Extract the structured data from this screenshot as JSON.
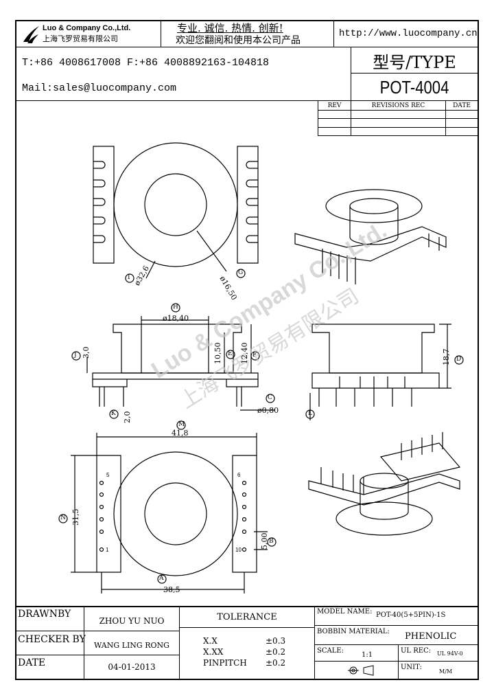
{
  "header": {
    "company_en": "Luo & Company Co.,Ltd.",
    "company_cn": "上海飞罗贸易有限公司",
    "slogan_1": "专业. 诚信. 热情. 创新!",
    "slogan_2": "欢迎您翻阅和使用本公司产品",
    "website": "http://www.luocompany.cn",
    "phone_line": "T:+86 4008617008 F:+86 4008892163-104818",
    "mail_line": "Mail:sales@luocompany.com",
    "type_label": "型号/TYPE",
    "model": "POT-4004"
  },
  "revisions": {
    "headers": [
      "REV",
      "REVISIONS REC",
      "DATE"
    ]
  },
  "drawing": {
    "dims": {
      "d_outer": "ø32,6",
      "d_inner": "ø16,50",
      "width_top": "ø18,40",
      "h_1050": "10,50",
      "h_1240": "12,40",
      "h_30": "3,0",
      "h_20": "2,0",
      "pin_d": "ø0,80",
      "h_187": "18,7",
      "w_418": "41,8",
      "h_315": "31,5",
      "w_385": "38,5",
      "p_50": "5,00"
    },
    "labels": {
      "I": "I",
      "G": "G",
      "H": "H",
      "F": "F",
      "J": "J",
      "E": "E",
      "C": "C",
      "K": "K",
      "D": "D",
      "L": "L",
      "M": "M",
      "N": "N",
      "B": "B",
      "A": "A"
    },
    "pins": {
      "p5": "5",
      "p1": "1",
      "p6": "6",
      "p10": "10"
    },
    "watermark_en": "Luo & Company Co.,Ltd.",
    "watermark_cn": "上海飞罗贸易有限公司"
  },
  "footer": {
    "drawnby_label": "DRAWNBY",
    "drawnby_value": "ZHOU YU NUO",
    "checker_label": "CHECKER BY",
    "checker_value": "WANG LING RONG",
    "date_label": "DATE",
    "date_value": "04-01-2013",
    "tolerance_title": "TOLERANCE",
    "tol_rows": [
      {
        "k": "X.X",
        "v": "±0.3"
      },
      {
        "k": "X.XX",
        "v": "±0.2"
      },
      {
        "k": "PINPITCH",
        "v": "±0.2"
      }
    ],
    "model_name_label": "MODEL NAME:",
    "model_name_value": "POT-40(5+5PIN)-1S",
    "bobbin_label": "BOBBIN MATERIAL:",
    "bobbin_value": "PHENOLIC",
    "scale_label": "SCALE:",
    "scale_value": "1:1",
    "ulrec_label": "UL REC:",
    "ulrec_value": "UL 94V-0",
    "unit_label": "UNIT:",
    "unit_value": "M/M"
  }
}
